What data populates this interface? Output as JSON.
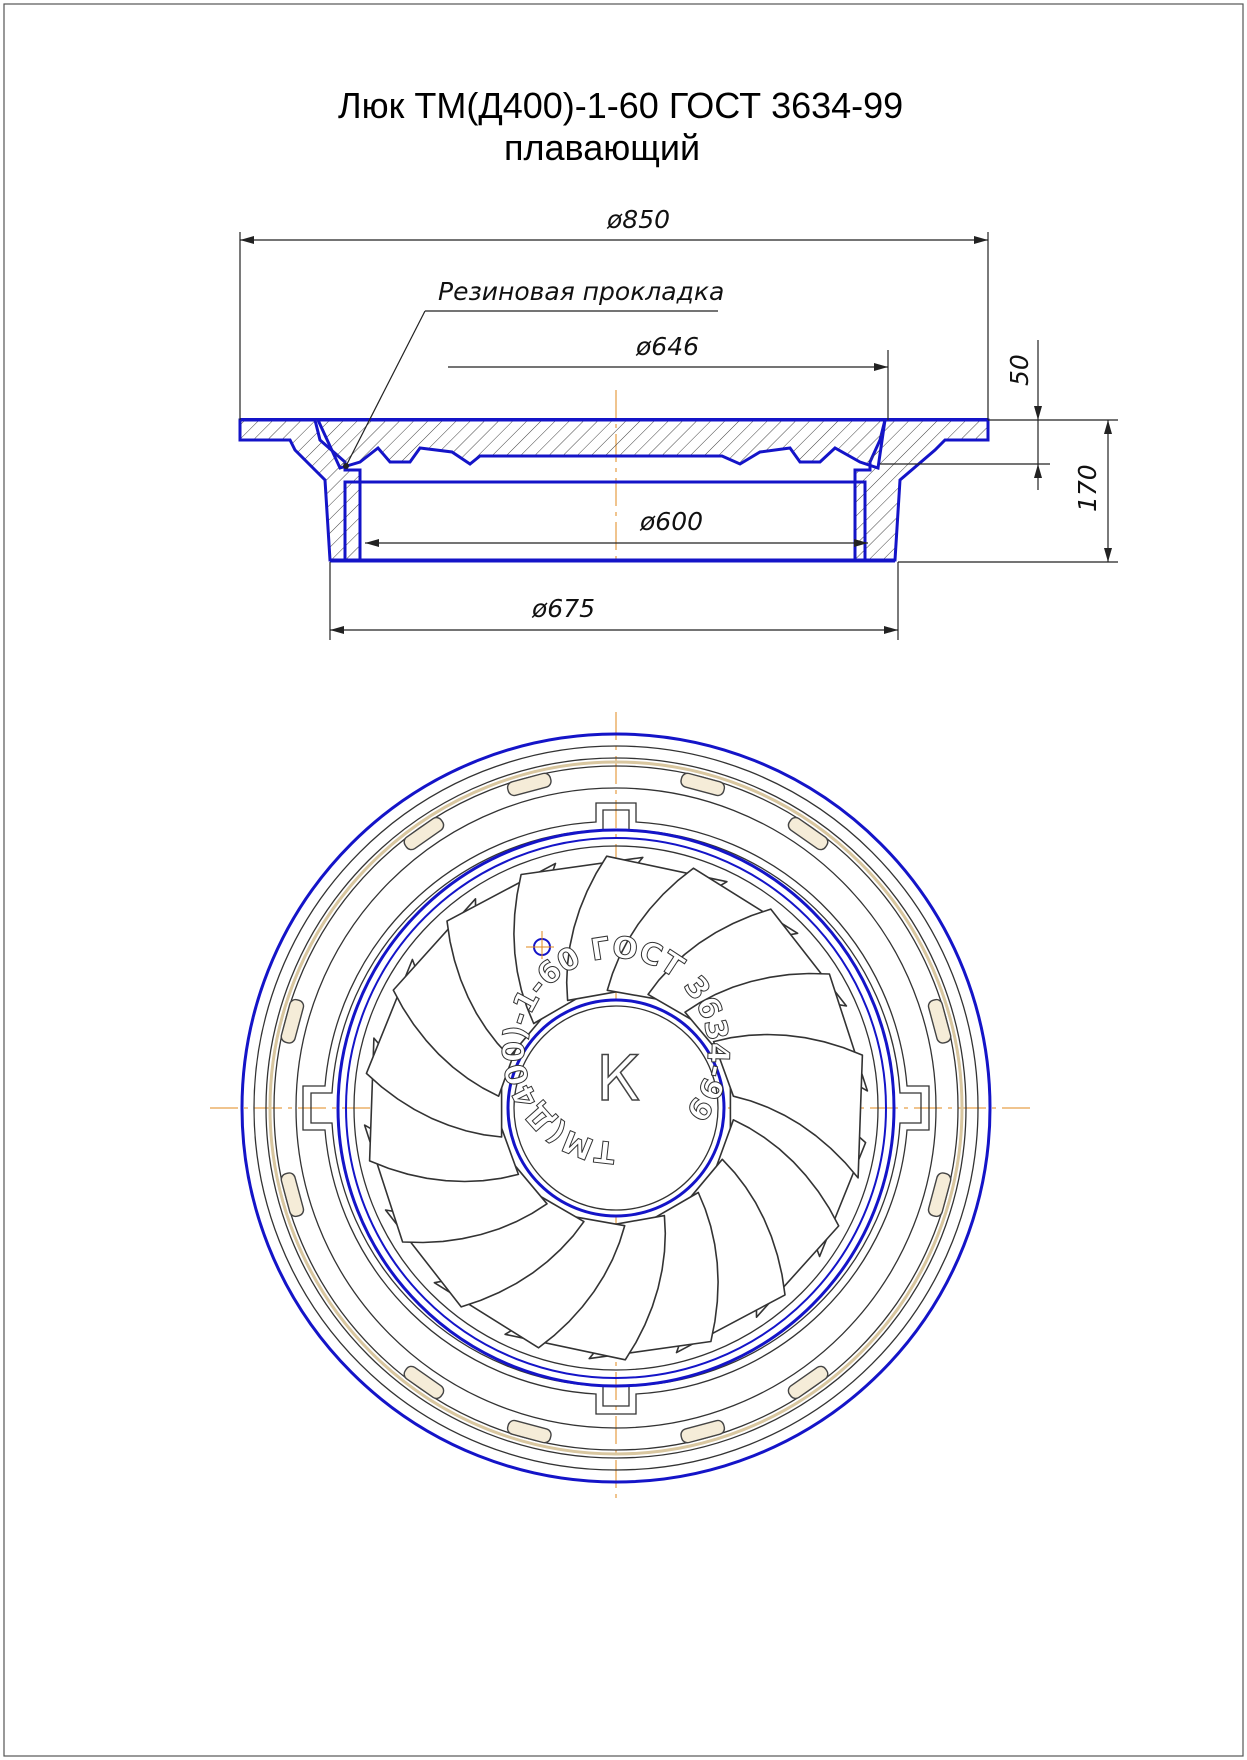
{
  "title": {
    "line1": "Люк ТМ(Д400)-1-60 ГОСТ 3634-99",
    "line2": "плавающий"
  },
  "section_view": {
    "dim_outer_diameter": "ø850",
    "dim_gasket_label": "Резиновая прокладка",
    "dim_lid_diameter": "ø646",
    "dim_inner_diameter": "ø600",
    "dim_base_diameter": "ø675",
    "dim_lid_height": "50",
    "dim_total_height": "170"
  },
  "plan_view": {
    "lid_marking": "ТМ(Д400)-1-60 ГОСТ 3634-99",
    "center_mark": "К"
  },
  "colors": {
    "outline": "#1414c8",
    "axis": "#e08a1e",
    "gasket": "#d9c7a0"
  }
}
